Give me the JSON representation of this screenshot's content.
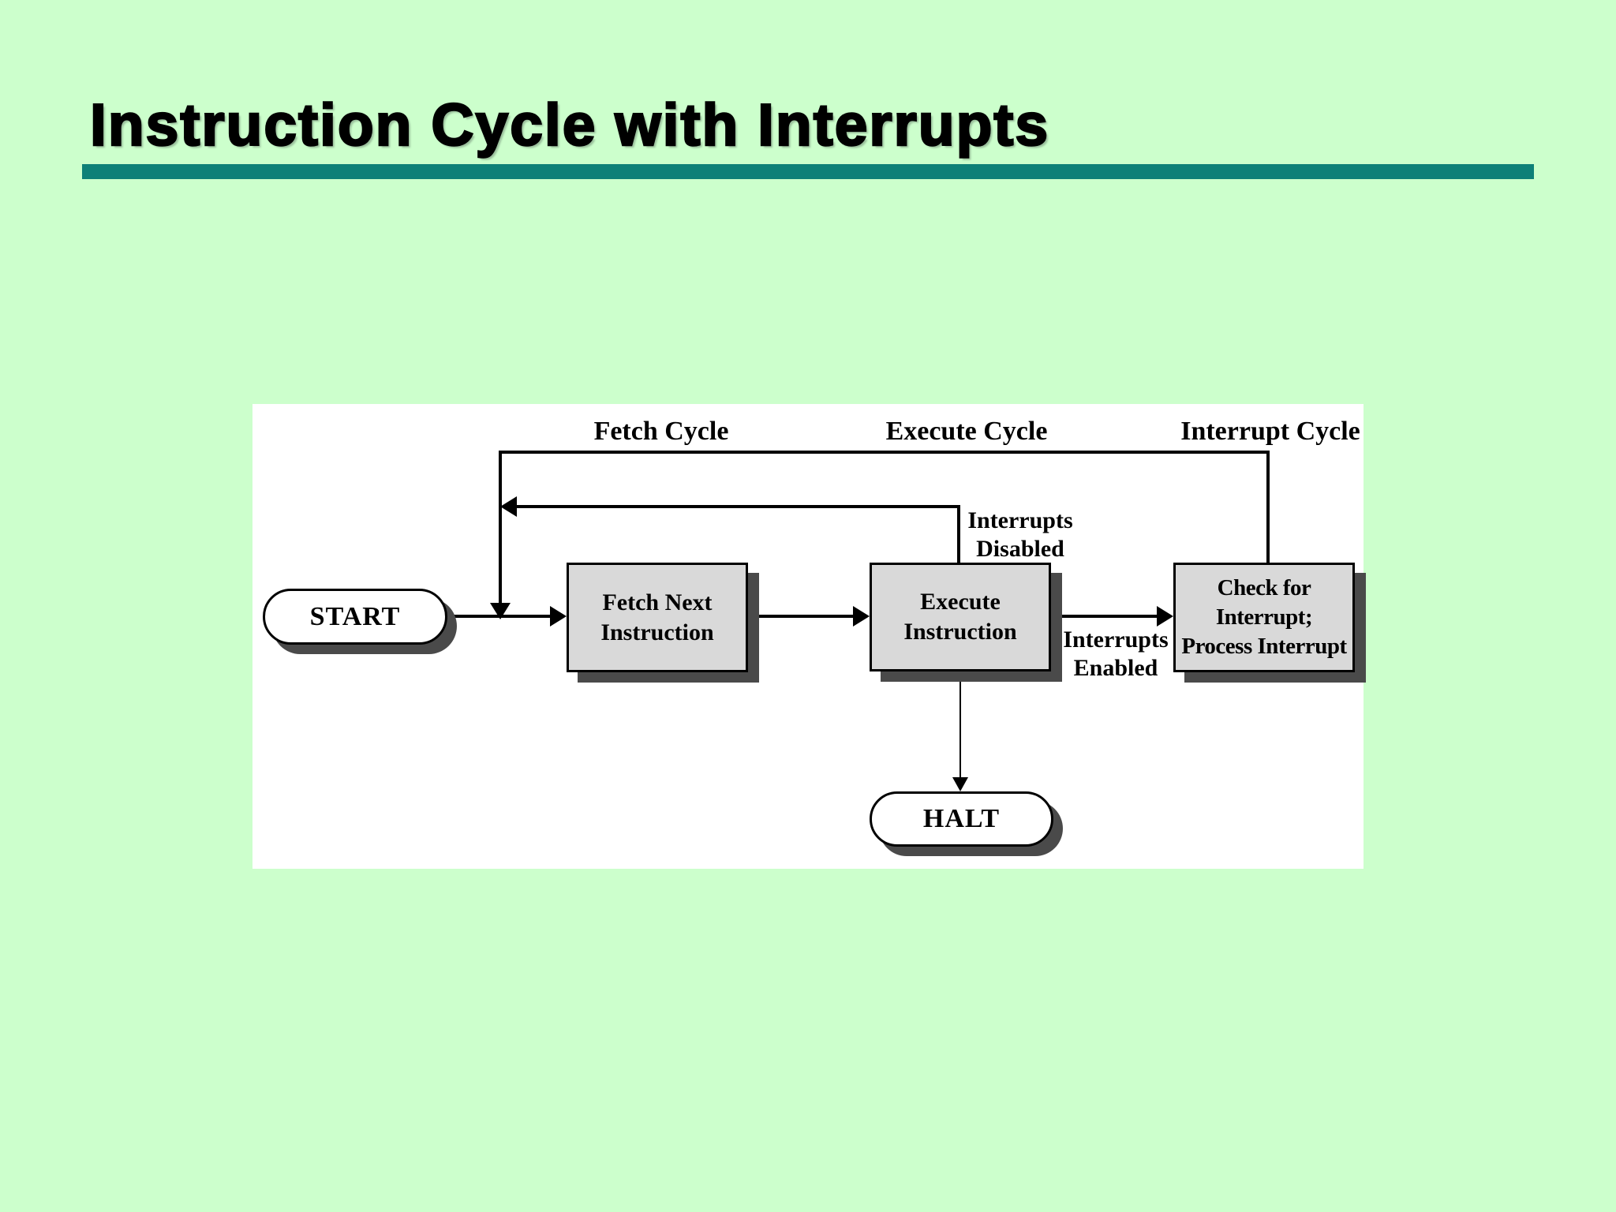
{
  "slide": {
    "title": "Instruction Cycle with Interrupts",
    "colors": {
      "background": "#ccffcc",
      "title_rule": "#0d8077",
      "panel": "#ffffff",
      "process_fill": "#d9d9d9",
      "shadow": "#4a4a4a",
      "line": "#000000"
    }
  },
  "diagram": {
    "cycle_labels": [
      {
        "label": "Fetch Cycle"
      },
      {
        "label": "Execute Cycle"
      },
      {
        "label": "Interrupt Cycle"
      }
    ],
    "nodes": {
      "start": {
        "type": "terminator",
        "label": "START"
      },
      "fetch": {
        "type": "process",
        "line1": "Fetch Next",
        "line2": "Instruction"
      },
      "execute": {
        "type": "process",
        "line1": "Execute",
        "line2": "Instruction"
      },
      "check": {
        "type": "process",
        "line1": "Check for",
        "line2": "Interrupt;",
        "line3": "Process Interrupt"
      },
      "halt": {
        "type": "terminator",
        "label": "HALT"
      }
    },
    "edge_labels": {
      "interrupts_disabled": {
        "line1": "Interrupts",
        "line2": "Disabled"
      },
      "interrupts_enabled": {
        "line1": "Interrupts",
        "line2": "Enabled"
      }
    }
  }
}
